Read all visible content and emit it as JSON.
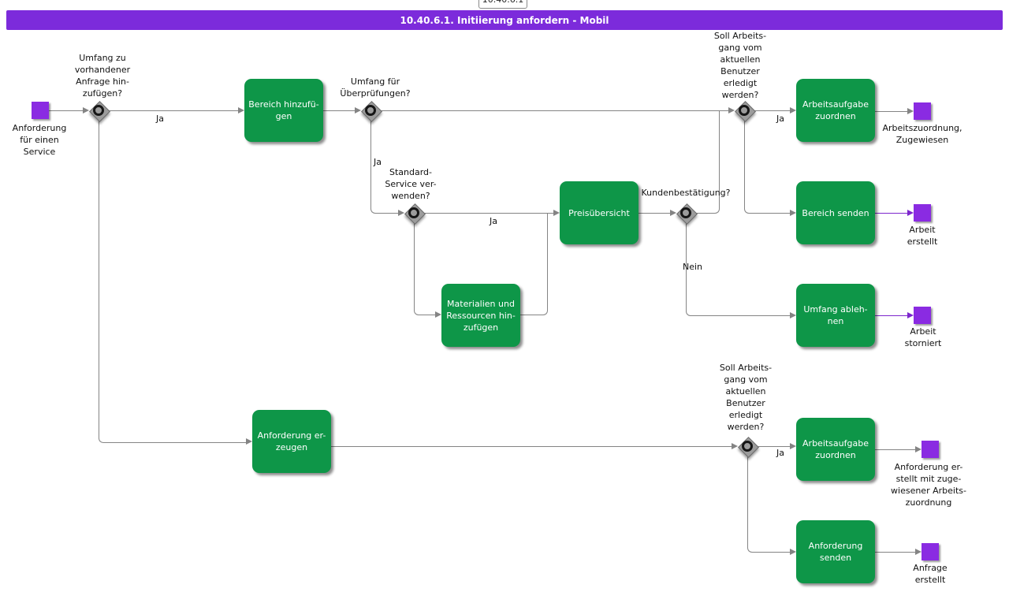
{
  "tab": {
    "label": "10.40.6.1"
  },
  "header": {
    "title": "10.40.6.1. Initiierung anfordern - Mobil"
  },
  "colors": {
    "header_bar": "#7C2BDB",
    "event_square": "#8A2BE2",
    "task_green": "#0E9648",
    "connector_gray": "#848484",
    "connector_purple": "#7D26CD"
  },
  "events": {
    "start": {
      "label": "Anforderung\nfür einen\nService"
    },
    "assigned": {
      "label": "Arbeitszuordnung,\nZugewiesen"
    },
    "work_created": {
      "label": "Arbeit\nerstellt"
    },
    "work_cancelled": {
      "label": "Arbeit\nstorniert"
    },
    "request_with_assignment": {
      "label": "Anforderung er-\nstellt mit zuge-\nwiesener Arbeits-\nzuordnung"
    },
    "request_created": {
      "label": "Anfrage\nerstellt"
    }
  },
  "tasks": {
    "add_area": {
      "label": "Bereich hinzufü-\ngen"
    },
    "price_overview": {
      "label": "Preisübersicht"
    },
    "add_materials": {
      "label": "Materialien und\nRessourcen hin-\nzufügen"
    },
    "assign_work_top": {
      "label": "Arbeitsaufgabe\nzuordnen"
    },
    "send_area": {
      "label": "Bereich senden"
    },
    "reject_scope": {
      "label": "Umfang ableh-\nnen"
    },
    "create_request": {
      "label": "Anforderung er-\nzeugen"
    },
    "assign_work_bottom": {
      "label": "Arbeitsaufgabe\nzuordnen"
    },
    "send_request": {
      "label": "Anforderung\nsenden"
    }
  },
  "gateways": {
    "add_to_existing_request": {
      "question": "Umfang zu\nvorhandener\nAnfrage hin-\nzufügen?"
    },
    "scope_for_reviews": {
      "question": "Umfang für\nÜberprüfungen?"
    },
    "use_standard_service": {
      "question": "Standard-\nService ver-\nwenden?"
    },
    "customer_confirmation": {
      "question": "Kundenbestätigung?"
    },
    "work_by_current_user_top": {
      "question": "Soll Arbeits-\ngang vom\naktuellen\nBenutzer\nerledigt\nwerden?"
    },
    "work_by_current_user_bottom": {
      "question": "Soll Arbeits-\ngang vom\naktuellen\nBenutzer\nerledigt\nwerden?"
    }
  },
  "edge_labels": {
    "d1_yes": "Ja",
    "d2_yes": "Ja",
    "d3_yes": "Ja",
    "d4_no": "Nein",
    "d5_yes": "Ja",
    "d6_yes": "Ja"
  }
}
